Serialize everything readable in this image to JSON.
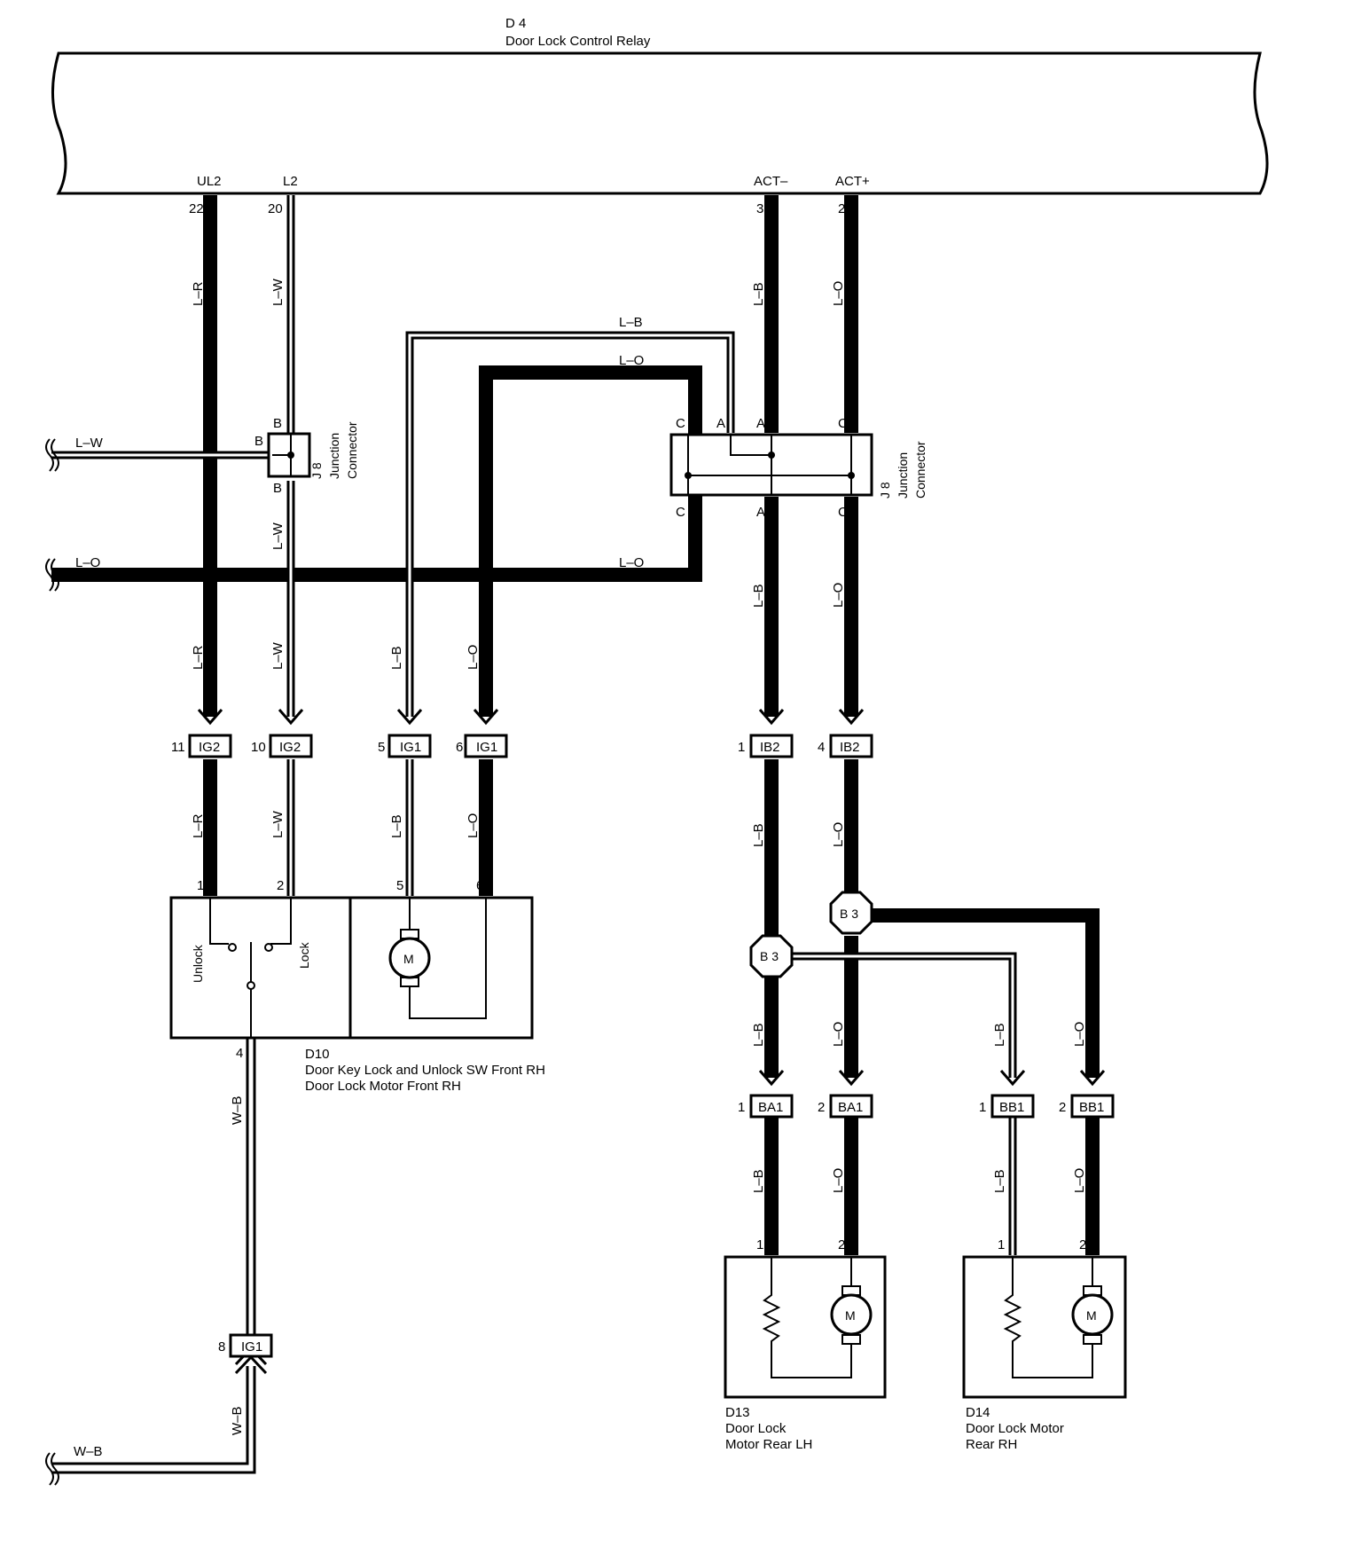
{
  "relay": {
    "id": "D 4",
    "name": "Door Lock Control Relay"
  },
  "relay_pins": {
    "ul2": {
      "name": "UL2",
      "num": "22"
    },
    "l2": {
      "name": "L2",
      "num": "20"
    },
    "act_minus": {
      "name": "ACT–",
      "num": "3"
    },
    "act_plus": {
      "name": "ACT+",
      "num": "2"
    }
  },
  "wires": {
    "lr": "L–R",
    "lw": "L–W",
    "lb": "L–B",
    "lo": "L–O",
    "wb": "W–B"
  },
  "junction_left": {
    "id": "J 8",
    "name": "Junction Connector",
    "line1": "J 8",
    "line2": "Junction",
    "line3": "Connector",
    "pin_b": "B"
  },
  "junction_right": {
    "line1": "J 8",
    "line2": "Junction",
    "line3": "Connector",
    "pin_a": "A",
    "pin_c": "C"
  },
  "connectors": {
    "ig2": "IG2",
    "ig1": "IG1",
    "ib2": "IB2",
    "ba1": "BA1",
    "bb1": "BB1",
    "b3": "B 3"
  },
  "pin_nums": {
    "n1": "1",
    "n2": "2",
    "n4": "4",
    "n5": "5",
    "n6": "6",
    "n8": "8",
    "n10": "10",
    "n11": "11"
  },
  "d10": {
    "id": "D10",
    "line1": "Door Key Lock and Unlock SW Front RH",
    "line2": "Door Lock Motor Front RH",
    "unlock": "Unlock",
    "lock": "Lock",
    "motor": "M"
  },
  "d13": {
    "id": "D13",
    "line1": "Door Lock",
    "line2": "Motor Rear LH",
    "motor": "M"
  },
  "d14": {
    "id": "D14",
    "line1": "Door Lock Motor",
    "line2": "Rear RH",
    "motor": "M"
  }
}
